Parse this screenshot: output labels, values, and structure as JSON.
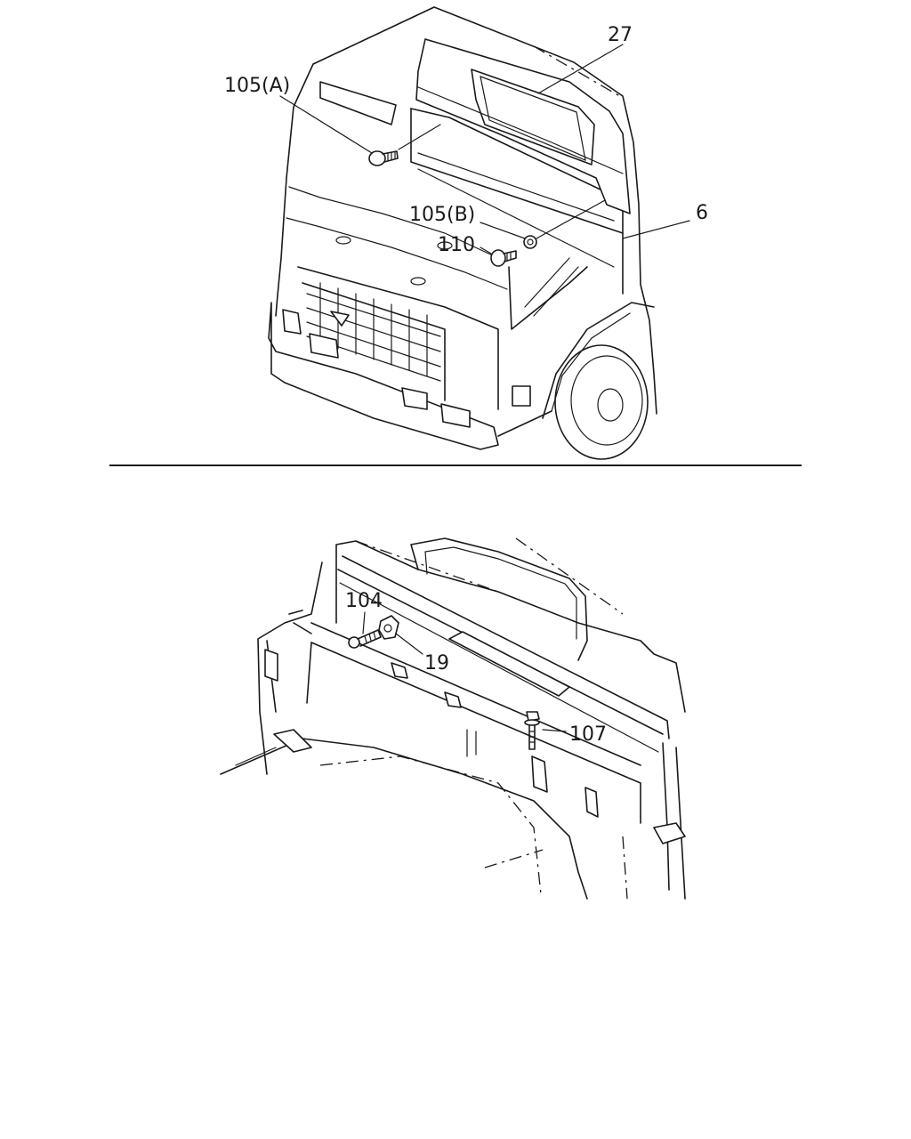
{
  "callouts": {
    "c27": "27",
    "c105a": "105(A)",
    "c105b": "105(B)",
    "c110": "110",
    "c6": "6",
    "c104": "104",
    "c19": "19",
    "c107": "107"
  }
}
